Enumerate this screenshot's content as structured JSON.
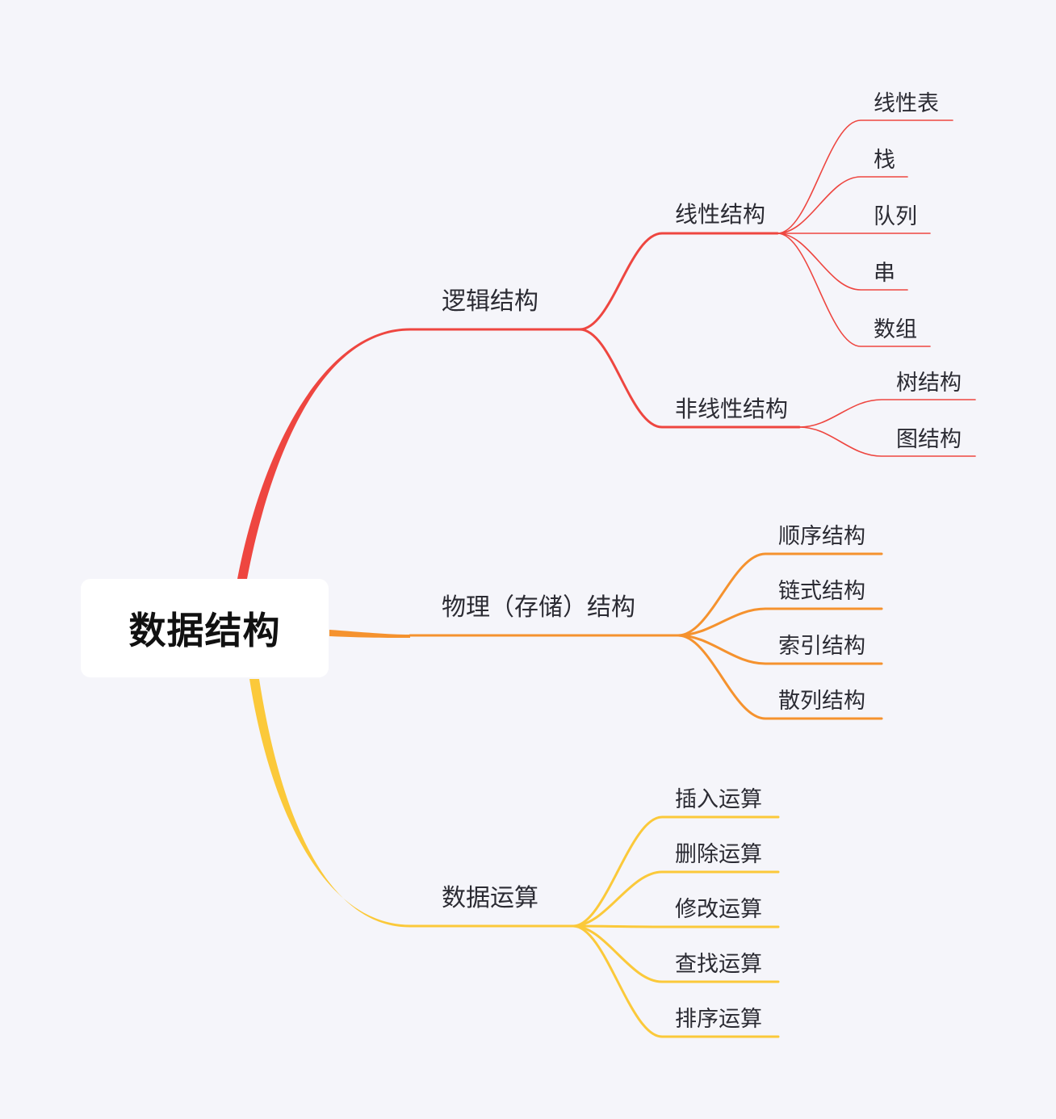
{
  "root": {
    "label": "数据结构"
  },
  "colors": {
    "background": "#f5f5fa",
    "branch_logic": "#ee4640",
    "branch_storage": "#f5922e",
    "branch_ops": "#fbc93a",
    "text": "#2b2b33"
  },
  "branches": [
    {
      "label": "逻辑结构",
      "color": "#ee4640",
      "children": [
        {
          "label": "线性结构",
          "children": [
            "线性表",
            "栈",
            "队列",
            "串",
            "数组"
          ]
        },
        {
          "label": "非线性结构",
          "children": [
            "树结构",
            "图结构"
          ]
        }
      ]
    },
    {
      "label": "物理（存储）结构",
      "color": "#f5922e",
      "children": [
        "顺序结构",
        "链式结构",
        "索引结构",
        "散列结构"
      ]
    },
    {
      "label": "数据运算",
      "color": "#fbc93a",
      "children": [
        "插入运算",
        "删除运算",
        "修改运算",
        "查找运算",
        "排序运算"
      ]
    }
  ]
}
